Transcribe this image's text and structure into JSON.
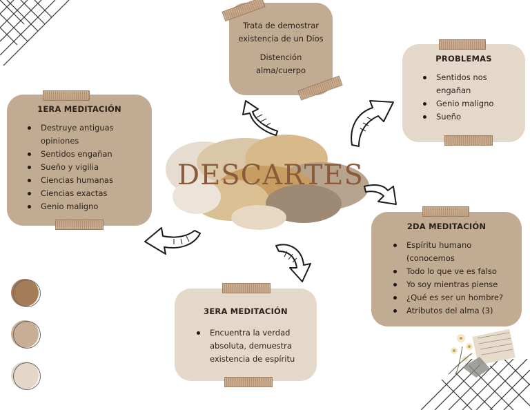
{
  "central": {
    "title": "DESCARTES"
  },
  "top_box": {
    "lines": [
      "Trata de demostrar",
      "existencia de un Dios"
    ],
    "lines2": [
      "Distención",
      "alma/cuerpo"
    ]
  },
  "problemas": {
    "heading": "PROBLEMAS",
    "items": [
      "Sentidos nos engañan",
      "Genio maligno",
      "Sueño"
    ]
  },
  "primera": {
    "heading": "1ERA MEDITACIÓN",
    "items": [
      "Destruye antiguas opiniones",
      "Sentidos engañan",
      "Sueño y vigilia",
      "Ciencias humanas",
      "Ciencias exactas",
      "Genio maligno"
    ]
  },
  "segunda": {
    "heading": "2DA MEDITACIÓN",
    "items": [
      "Espíritu humano (conocemos",
      "Todo lo que ve es falso",
      "Yo soy mientras piense",
      "¿Qué es ser un hombre?",
      "Atributos del alma (3)"
    ]
  },
  "tercera": {
    "heading": "3ERA MEDITACIÓN",
    "items": [
      "Encuentra la verdad absoluta, demuestra existencia de espíritu"
    ]
  },
  "colors": {
    "dark_box": "#c2ab93",
    "light_box": "#e4d8cb",
    "swatch_1": "#a57c58",
    "swatch_2": "#c7ae94",
    "swatch_3": "#e4d7ca"
  }
}
